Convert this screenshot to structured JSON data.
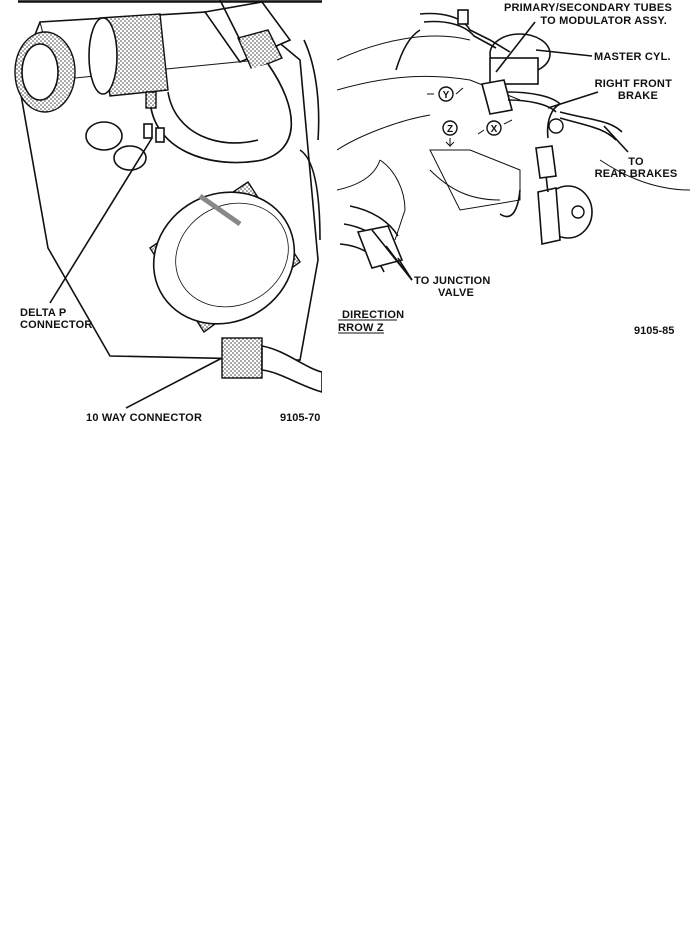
{
  "left_figure": {
    "labels": {
      "delta_p_line1": "DELTA P",
      "delta_p_line2": "CONNECTOR",
      "ten_way": "10 WAY CONNECTOR"
    },
    "figure_number": "9105-70"
  },
  "right_figure": {
    "labels": {
      "tubes_line1": "PRIMARY/SECONDARY TUBES",
      "tubes_line2": "TO MODULATOR ASSY.",
      "master_cyl": "MASTER CYL.",
      "right_front_line1": "RIGHT FRONT",
      "right_front_line2": "BRAKE",
      "rear_line1": "TO",
      "rear_line2": "REAR BRAKES",
      "junction_line1": "TO JUNCTION",
      "junction_line2": "VALVE",
      "direction_line1": "DIRECTION",
      "direction_line2": "RROW Z"
    },
    "view_markers": {
      "y": "Y",
      "z": "Z",
      "x": "X"
    },
    "figure_number": "9105-85"
  }
}
